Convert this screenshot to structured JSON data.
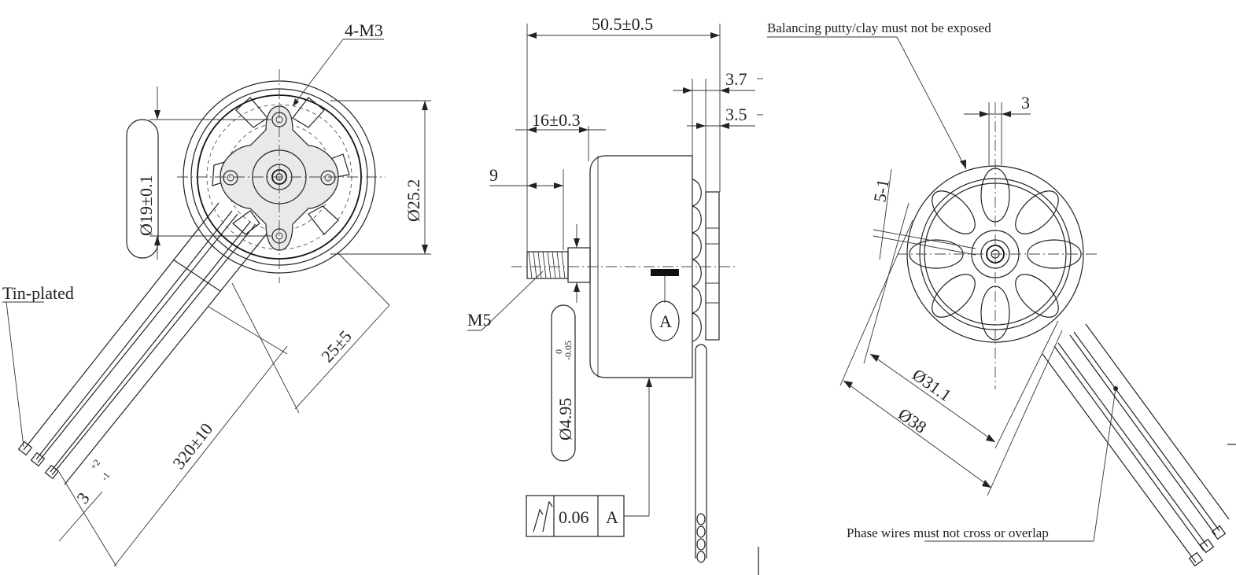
{
  "front_view": {
    "screw_note": "4-M3",
    "hole_circle_dia": "19±0.1",
    "body_dia": "25.2",
    "lead_label": "Tin-plated",
    "lead_length": "320±10",
    "lead_exit": "25±5",
    "strip": "3",
    "strip_tol_upper": "+2",
    "strip_tol_lower": "-1"
  },
  "side_view": {
    "overall_length": "50.5±0.5",
    "shaft_length": "16±0.3",
    "thread_length": "9",
    "dim_37": "3.7",
    "dim_35": "3.5",
    "thread": "M5",
    "shaft_dia": "4.95",
    "shaft_tol_upper": "0",
    "shaft_tol_lower": "-0.05",
    "datum": "A",
    "runout_value": "0.06",
    "runout_datum": "A"
  },
  "rear_view": {
    "note_balance": "Balancing putty/clay must not be exposed",
    "spoke_width": "3",
    "gap_dim": "5-1",
    "inner_dia": "31.1",
    "outer_dia": "38",
    "note_wires": "Phase wires must not cross or overlap"
  }
}
